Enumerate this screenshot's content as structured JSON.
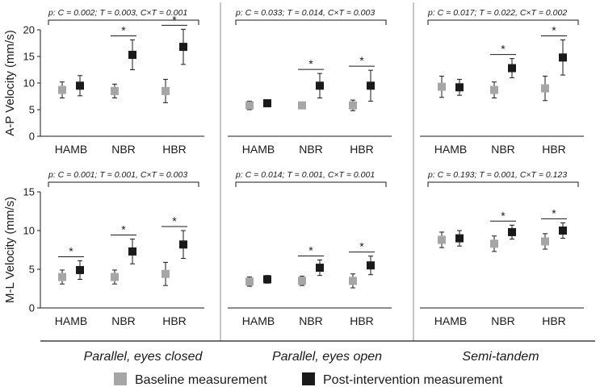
{
  "chart_data": {
    "type": "scatter",
    "legend": [
      {
        "name": "Baseline measurement",
        "color": "#a6a6a6"
      },
      {
        "name": "Post-intervention measurement",
        "color": "#1a1a1a"
      }
    ],
    "columns": [
      "Parallel, eyes closed",
      "Parallel, eyes open",
      "Semi-tandem"
    ],
    "categories": [
      "HAMB",
      "NBR",
      "HBR"
    ],
    "rows": [
      {
        "ylabel": "A-P Velocity (mm/s)",
        "ylim": [
          0,
          20
        ],
        "yticks": [
          "0",
          "5",
          "10",
          "15",
          "20"
        ],
        "panels": [
          {
            "stat": "p: C = 0.002; T = 0.003, C×T = 0.001",
            "series": [
              {
                "name": "Baseline measurement",
                "values": [
                  8.7,
                  8.5,
                  8.5
                ],
                "err": [
                  1.5,
                  1.3,
                  2.2
                ]
              },
              {
                "name": "Post-intervention measurement",
                "values": [
                  9.5,
                  15.3,
                  16.8
                ],
                "err": [
                  1.9,
                  2.8,
                  3.3
                ]
              }
            ],
            "sig": [
              false,
              true,
              true
            ]
          },
          {
            "stat": "p: C = 0.033; T = 0.014, C×T = 0.003",
            "series": [
              {
                "name": "Baseline measurement",
                "values": [
                  5.8,
                  5.8,
                  5.8
                ],
                "err": [
                  0.8,
                  0.6,
                  1.0
                ]
              },
              {
                "name": "Post-intervention measurement",
                "values": [
                  6.2,
                  9.5,
                  9.5
                ],
                "err": [
                  0.6,
                  2.3,
                  2.9
                ]
              }
            ],
            "sig": [
              false,
              true,
              true
            ]
          },
          {
            "stat": "p: C = 0.017; T = 0.022, C×T = 0.002",
            "series": [
              {
                "name": "Baseline measurement",
                "values": [
                  9.3,
                  8.7,
                  9.0
                ],
                "err": [
                  2.0,
                  1.5,
                  2.3
                ]
              },
              {
                "name": "Post-intervention measurement",
                "values": [
                  9.2,
                  12.8,
                  14.8
                ],
                "err": [
                  1.5,
                  1.8,
                  3.3
                ]
              }
            ],
            "sig": [
              false,
              true,
              true
            ]
          }
        ]
      },
      {
        "ylabel": "M-L Velocity (mm/s)",
        "ylim": [
          0,
          15
        ],
        "yticks": [
          "0",
          "5",
          "10",
          "15"
        ],
        "panels": [
          {
            "stat": "p: C = 0.001; T = 0.001, C×T = 0.003",
            "series": [
              {
                "name": "Baseline measurement",
                "values": [
                  4.0,
                  4.0,
                  4.4
                ],
                "err": [
                  0.9,
                  0.9,
                  1.5
                ]
              },
              {
                "name": "Post-intervention measurement",
                "values": [
                  4.9,
                  7.3,
                  8.2
                ],
                "err": [
                  1.2,
                  1.6,
                  1.8
                ]
              }
            ],
            "sig": [
              true,
              true,
              true
            ]
          },
          {
            "stat": "p: C = 0.014; T = 0.001, C×T = 0.001",
            "series": [
              {
                "name": "Baseline measurement",
                "values": [
                  3.4,
                  3.5,
                  3.5
                ],
                "err": [
                  0.6,
                  0.6,
                  0.9
                ]
              },
              {
                "name": "Post-intervention measurement",
                "values": [
                  3.7,
                  5.2,
                  5.5
                ],
                "err": [
                  0.5,
                  1.0,
                  1.2
                ]
              }
            ],
            "sig": [
              false,
              true,
              true
            ]
          },
          {
            "stat": "p: C = 0.193; T = 0.001, C×T = 0.123",
            "series": [
              {
                "name": "Baseline measurement",
                "values": [
                  8.8,
                  8.3,
                  8.6
                ],
                "err": [
                  1.0,
                  1.0,
                  1.0
                ]
              },
              {
                "name": "Post-intervention measurement",
                "values": [
                  9.0,
                  9.8,
                  10.0
                ],
                "err": [
                  1.0,
                  0.9,
                  1.0
                ]
              }
            ],
            "sig": [
              false,
              true,
              true
            ]
          }
        ]
      }
    ]
  }
}
